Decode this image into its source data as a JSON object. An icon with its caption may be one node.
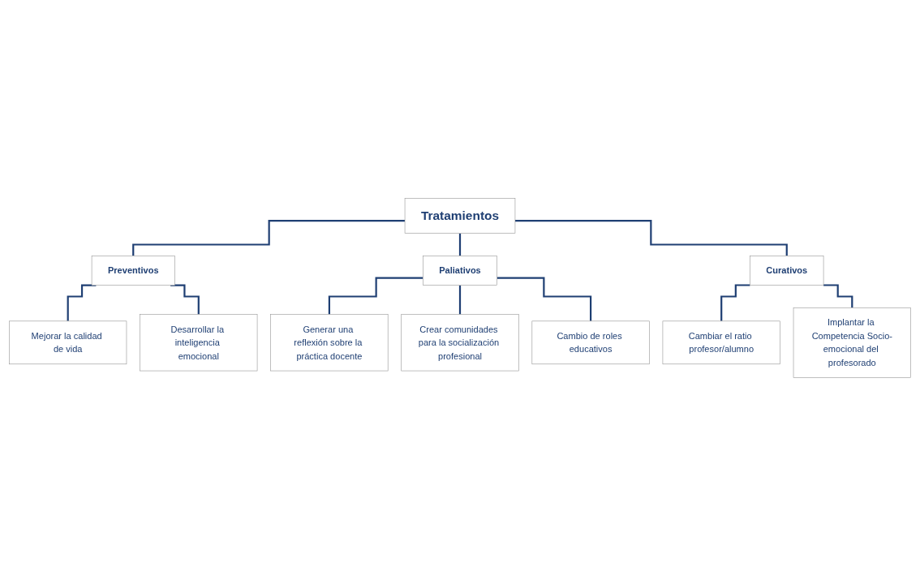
{
  "diagram": {
    "nodes": [
      {
        "text": [
          "Tratamientos"
        ]
      },
      {
        "text": [
          "Preventivos"
        ]
      },
      {
        "text": [
          "Paliativos"
        ]
      },
      {
        "text": [
          "Curativos"
        ]
      },
      {
        "text": [
          "Mejorar la calidad de vida"
        ]
      },
      {
        "text": [
          "Desarrollar la inteligencia emocional"
        ]
      },
      {
        "text": [
          "Generar una reflexión sobre la práctica docente"
        ]
      },
      {
        "text": [
          "Crear comunidades para la socialización profesional"
        ]
      },
      {
        "text": [
          "Cambio de roles educativos"
        ]
      },
      {
        "text": [
          "Cambiar el ratio profesor/alumno"
        ]
      },
      {
        "text": [
          "Implantar la Competencia Socio-emocional del profesorado"
        ]
      }
    ],
    "edges": [
      {
        "from": 0,
        "to": 1,
        "arrow": "none"
      },
      {
        "from": 0,
        "to": 2,
        "arrow": "none"
      },
      {
        "from": 0,
        "to": 3,
        "arrow": "none"
      },
      {
        "from": 1,
        "to": 4,
        "arrow": "none"
      },
      {
        "from": 1,
        "to": 5,
        "arrow": "none"
      },
      {
        "from": 2,
        "to": 6,
        "arrow": "none"
      },
      {
        "from": 2,
        "to": 7,
        "arrow": "none"
      },
      {
        "from": 2,
        "to": 8,
        "arrow": "none"
      },
      {
        "from": 3,
        "to": 9,
        "arrow": "none"
      },
      {
        "from": 3,
        "to": 10,
        "arrow": "none"
      }
    ]
  }
}
